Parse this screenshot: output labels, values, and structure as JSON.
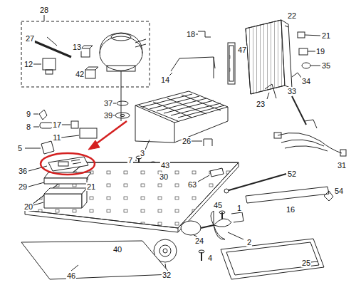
{
  "diagram": {
    "labels": [
      "28",
      "27",
      "13",
      "12",
      "42",
      "18",
      "22",
      "21",
      "19",
      "35",
      "34",
      "47",
      "14",
      "23",
      "33",
      "37",
      "39",
      "9",
      "8",
      "17",
      "11",
      "3",
      "5",
      "26",
      "31",
      "7",
      "43",
      "36",
      "29",
      "21",
      "63",
      "52",
      "30",
      "20",
      "16",
      "54",
      "45",
      "1",
      "24",
      "2",
      "40",
      "4",
      "32",
      "25",
      "46"
    ]
  }
}
